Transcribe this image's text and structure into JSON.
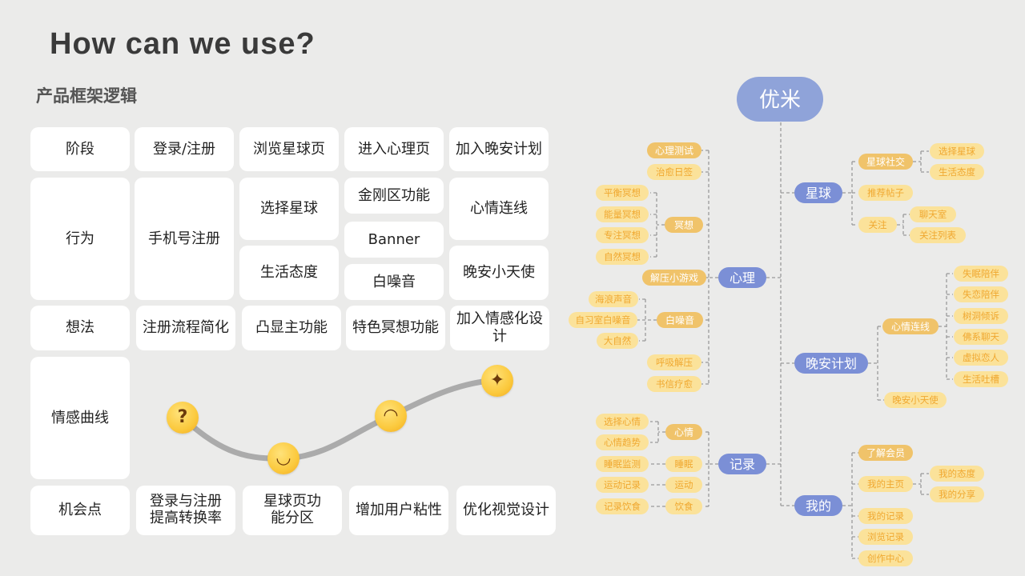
{
  "title": "How can we use?",
  "subtitle": "产品框架逻辑",
  "table": {
    "stage_label": "阶段",
    "stages": [
      "登录/注册",
      "浏览星球页",
      "进入心理页",
      "加入晚安计划"
    ],
    "behavior_label": "行为",
    "behaviors": {
      "register": "手机号注册",
      "choose_planet": "选择星球",
      "life_attitude": "生活态度",
      "kingkong": "金刚区功能",
      "banner": "Banner",
      "white_noise": "白噪音",
      "mood_line": "心情连线",
      "goodnight_angel": "晚安小天使"
    },
    "thought_label": "想法",
    "thoughts": [
      "注册流程简化",
      "凸显主功能",
      "特色冥想功能",
      "加入情感化设计"
    ],
    "emotion_label": "情感曲线",
    "emotions": [
      {
        "icon": "thinking-face-icon",
        "glyph": "?"
      },
      {
        "icon": "smiling-face-icon",
        "glyph": "◡"
      },
      {
        "icon": "grinning-face-icon",
        "glyph": "◠"
      },
      {
        "icon": "party-face-icon",
        "glyph": "✦"
      }
    ],
    "opportunity_label": "机会点",
    "opportunities": [
      "登录与注册\n提高转换率",
      "星球页功\n能分区",
      "增加用户粘性",
      "优化视觉设计"
    ]
  },
  "mindmap": {
    "root": "优米",
    "colors": {
      "root": "#8fa3d9",
      "level1": "#7b8fd6",
      "level2": "#f0c36a",
      "level3": "#fbe29a",
      "level3_text": "#f0a830",
      "level2_text": "#ffffff",
      "line": "#9a9a9a"
    },
    "branches": {
      "planet": "星球",
      "psych": "心理",
      "goodnight": "晚安计划",
      "record": "记录",
      "mine": "我的"
    },
    "planet": {
      "social": "星球社交",
      "choose": "选择星球",
      "attitude": "生活态度",
      "recommend": "推荐帖子",
      "follow": "关注",
      "chatroom": "聊天室",
      "follow_list": "关注列表"
    },
    "psych": {
      "test": "心理测试",
      "diary": "治愈日签",
      "meditation": "冥想",
      "balance": "平衡冥想",
      "energy": "能量冥想",
      "focus": "专注冥想",
      "nature": "自然冥想",
      "game": "解压小游戏",
      "white_noise": "白噪音",
      "sea": "海浪声音",
      "study": "自习室白噪音",
      "natural": "大自然",
      "breath": "呼吸解压",
      "letter": "书信疗愈"
    },
    "goodnight": {
      "mood_line": "心情连线",
      "insomnia": "失眠陪伴",
      "heartbreak": "失恋陪伴",
      "treehole": "树洞倾诉",
      "chat": "佛系聊天",
      "lover": "虚拟恋人",
      "complain": "生活吐槽",
      "angel": "晚安小天使"
    },
    "record": {
      "mood": "心情",
      "choose_mood": "选择心情",
      "mood_trend": "心情趋势",
      "sleep": "睡眠",
      "sleep_monitor": "睡眠监测",
      "sport": "运动",
      "sport_record": "运动记录",
      "diet": "饮食",
      "diet_record": "记录饮食"
    },
    "mine": {
      "vip": "了解会员",
      "home": "我的主页",
      "state": "我的态度",
      "share": "我的分享",
      "records": "我的记录",
      "browse": "浏览记录",
      "creation": "创作中心"
    }
  }
}
